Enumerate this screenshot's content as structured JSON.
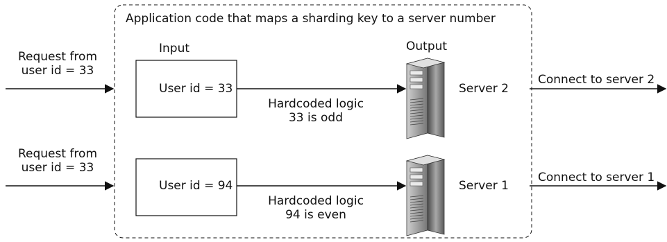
{
  "boundary": {
    "title": "Application code that maps a sharding key to a server number",
    "input_label": "Input",
    "output_label": "Output"
  },
  "rows": [
    {
      "request_line1": "Request from",
      "request_line2": "user id = 33",
      "input_text": "User id = 33",
      "logic_line1": "Hardcoded logic",
      "logic_line2": "33 is odd",
      "server_label": "Server 2",
      "connect_text": "Connect to server 2"
    },
    {
      "request_line1": "Request from",
      "request_line2": "user id = 33",
      "input_text": "User id = 94",
      "logic_line1": "Hardcoded logic",
      "logic_line2": "94 is even",
      "server_label": "Server 1",
      "connect_text": "Connect to server 1"
    }
  ],
  "icons": [
    "server-tower-icon",
    "arrow-right-icon"
  ]
}
